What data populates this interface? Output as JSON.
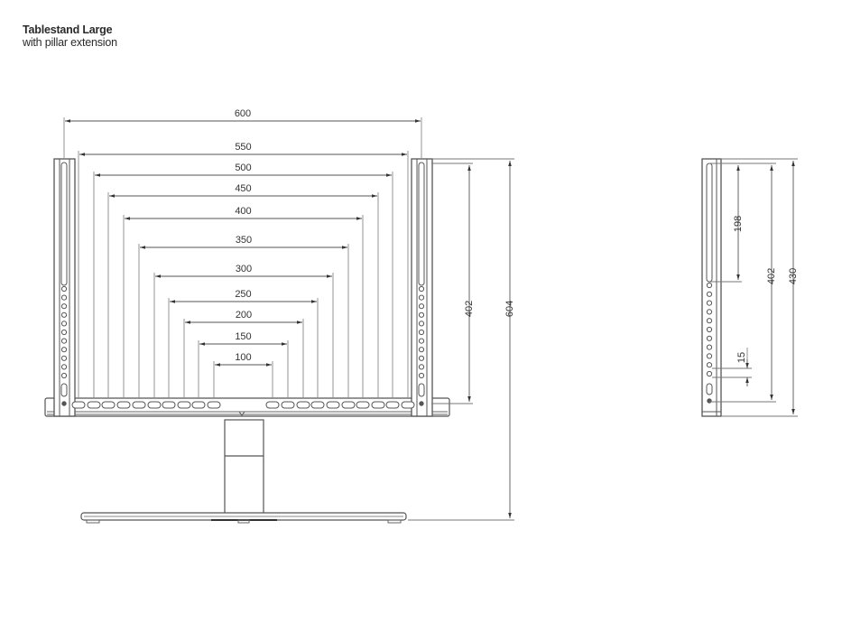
{
  "header": {
    "title": "Tablestand Large",
    "subtitle": "with pillar extension"
  },
  "front_view": {
    "horizontal_dimensions": [
      {
        "label": "600",
        "value": 600
      },
      {
        "label": "550",
        "value": 550
      },
      {
        "label": "500",
        "value": 500
      },
      {
        "label": "450",
        "value": 450
      },
      {
        "label": "400",
        "value": 400
      },
      {
        "label": "350",
        "value": 350
      },
      {
        "label": "300",
        "value": 300
      },
      {
        "label": "250",
        "value": 250
      },
      {
        "label": "200",
        "value": 200
      },
      {
        "label": "150",
        "value": 150
      },
      {
        "label": "100",
        "value": 100
      }
    ],
    "vertical_dimensions": [
      {
        "label": "402",
        "value": 402
      },
      {
        "label": "604",
        "value": 604
      }
    ]
  },
  "side_view": {
    "vertical_dimensions": [
      {
        "label": "198",
        "value": 198
      },
      {
        "label": "402",
        "value": 402
      },
      {
        "label": "430",
        "value": 430
      },
      {
        "label": "15",
        "value": 15
      }
    ]
  },
  "colors": {
    "line": "#555555",
    "dim_line": "#777777",
    "text": "#333333"
  }
}
